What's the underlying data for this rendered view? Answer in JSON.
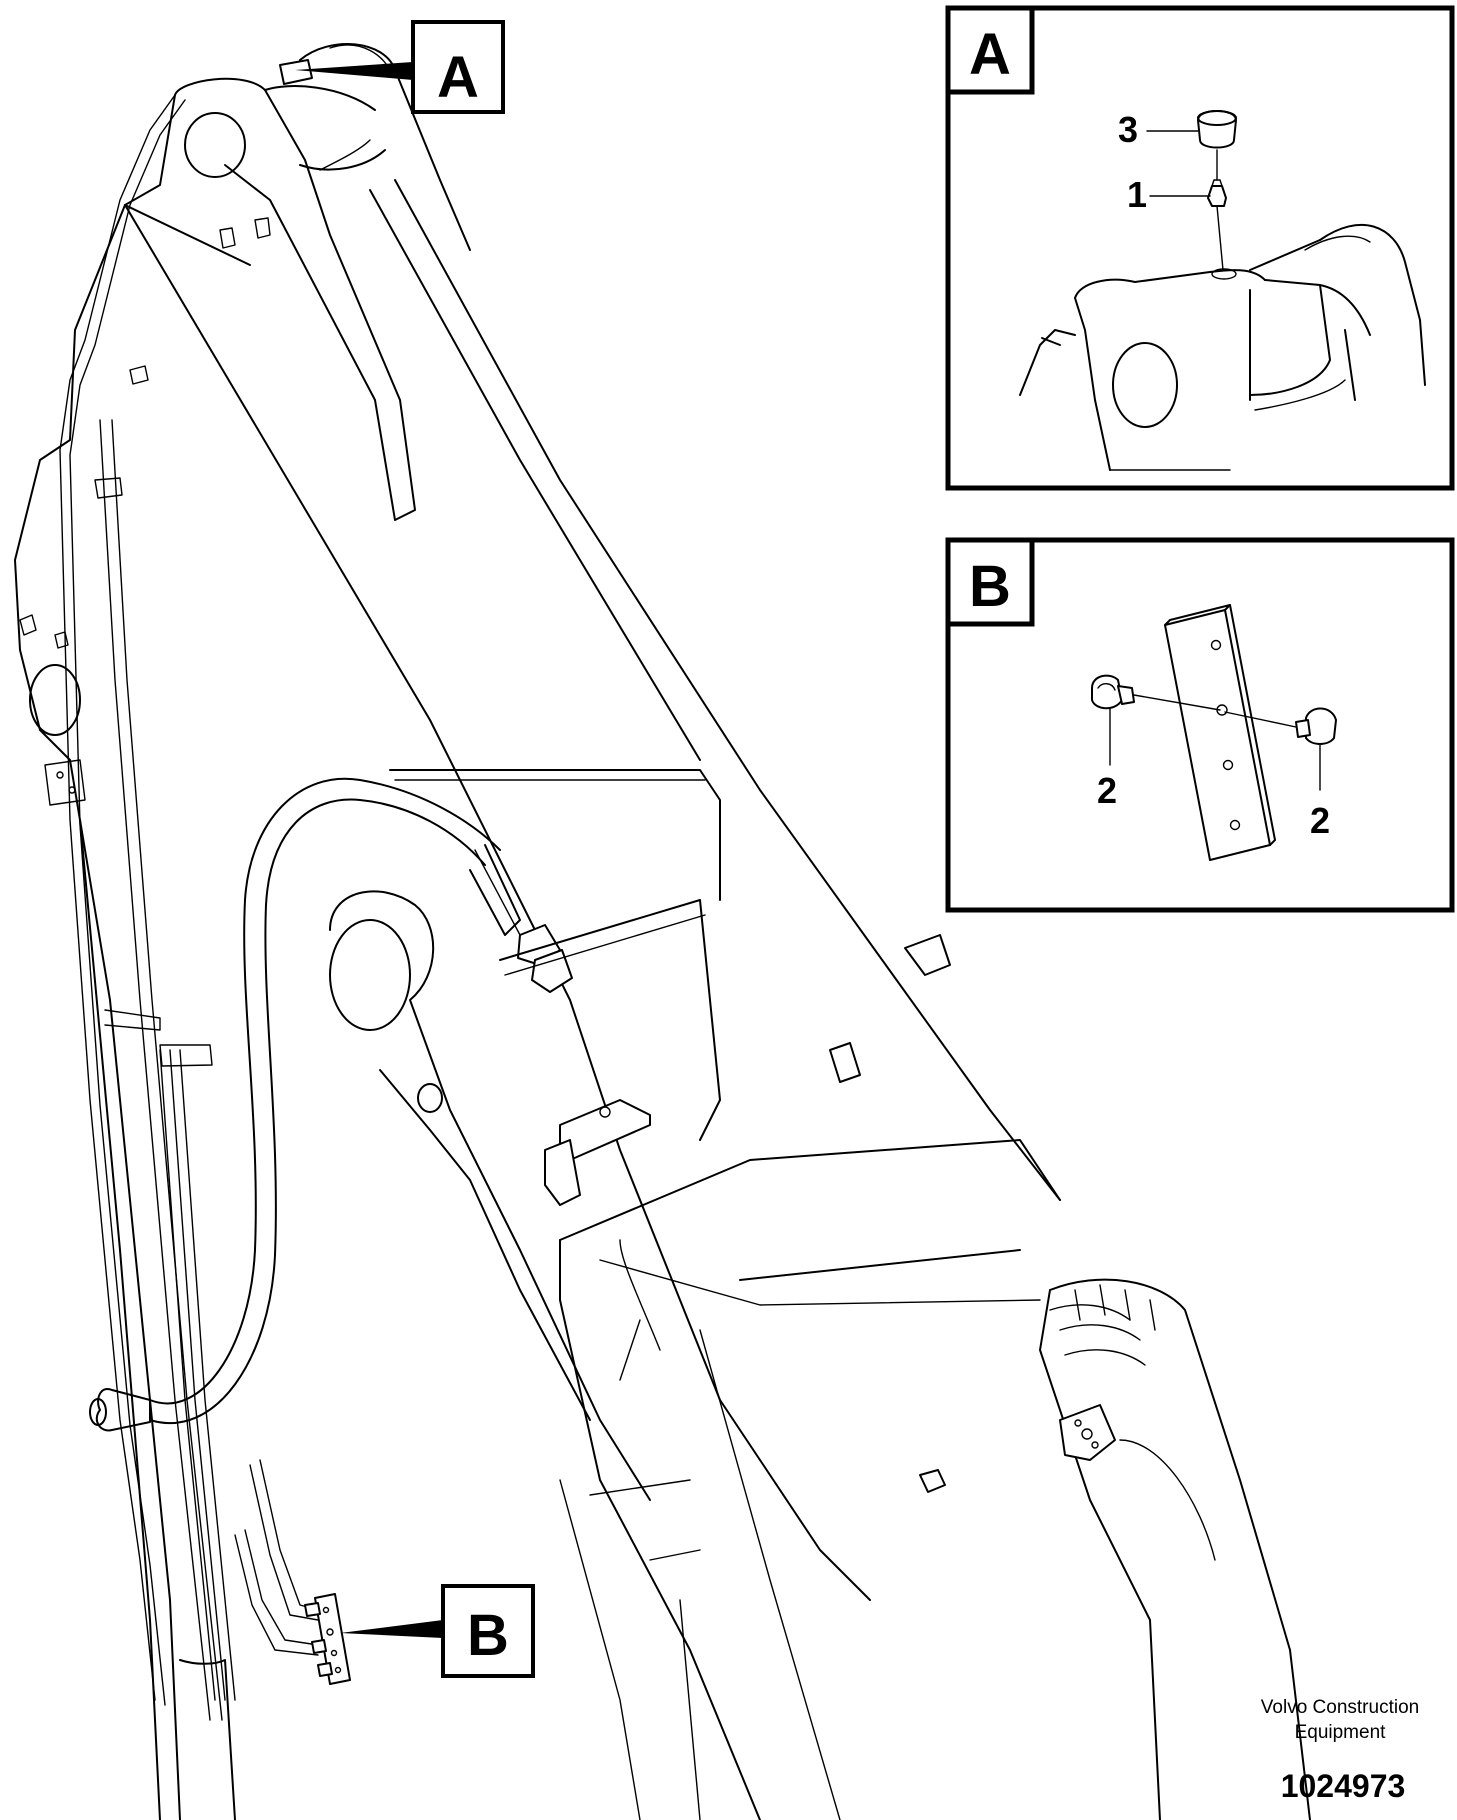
{
  "callouts": {
    "main_a": "A",
    "main_b": "B",
    "detail_a": "A",
    "detail_b": "B"
  },
  "detail_a": {
    "item_3": "3",
    "item_1": "1"
  },
  "detail_b": {
    "item_2_left": "2",
    "item_2_right": "2"
  },
  "footer": {
    "company_line1": "Volvo Construction",
    "company_line2": "Equipment",
    "drawing_number": "1024973"
  }
}
